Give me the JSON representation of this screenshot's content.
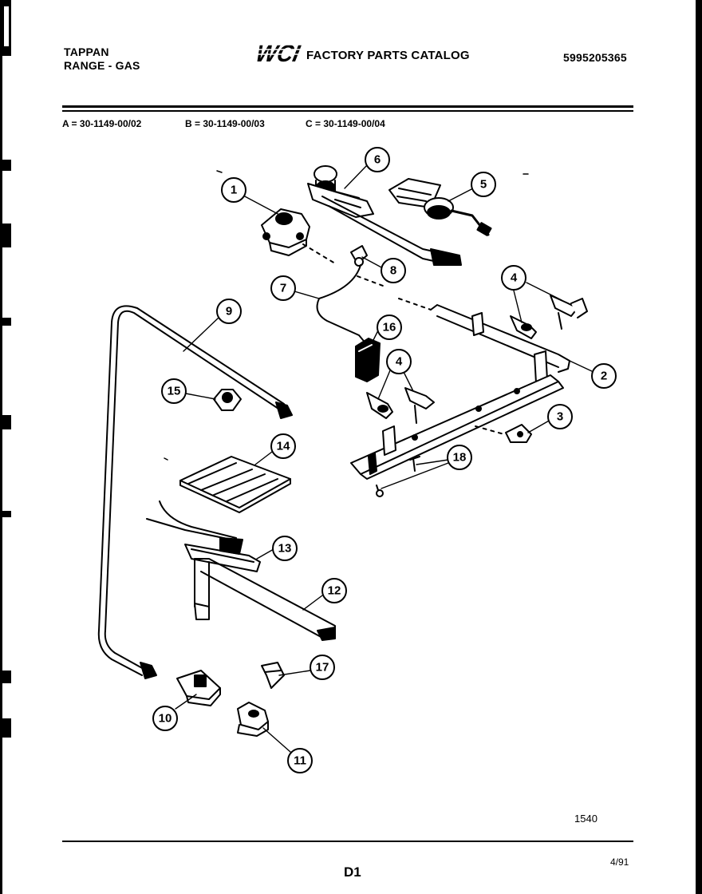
{
  "header": {
    "brand": "TAPPAN",
    "product": "RANGE - GAS",
    "logo_text": "WCI",
    "catalog_title": "FACTORY PARTS CATALOG",
    "catalog_number": "5995205365"
  },
  "models": [
    "A = 30-1149-00/02",
    "B = 30-1149-00/03",
    "C = 30-1149-00/04"
  ],
  "callouts": [
    "1",
    "2",
    "3",
    "4",
    "4",
    "5",
    "6",
    "7",
    "8",
    "9",
    "10",
    "11",
    "12",
    "13",
    "14",
    "15",
    "16",
    "17",
    "18"
  ],
  "footer": {
    "figure_number": "1540",
    "page": "D1",
    "date": "4/91"
  },
  "colors": {
    "ink": "#000000",
    "paper": "#ffffff"
  }
}
